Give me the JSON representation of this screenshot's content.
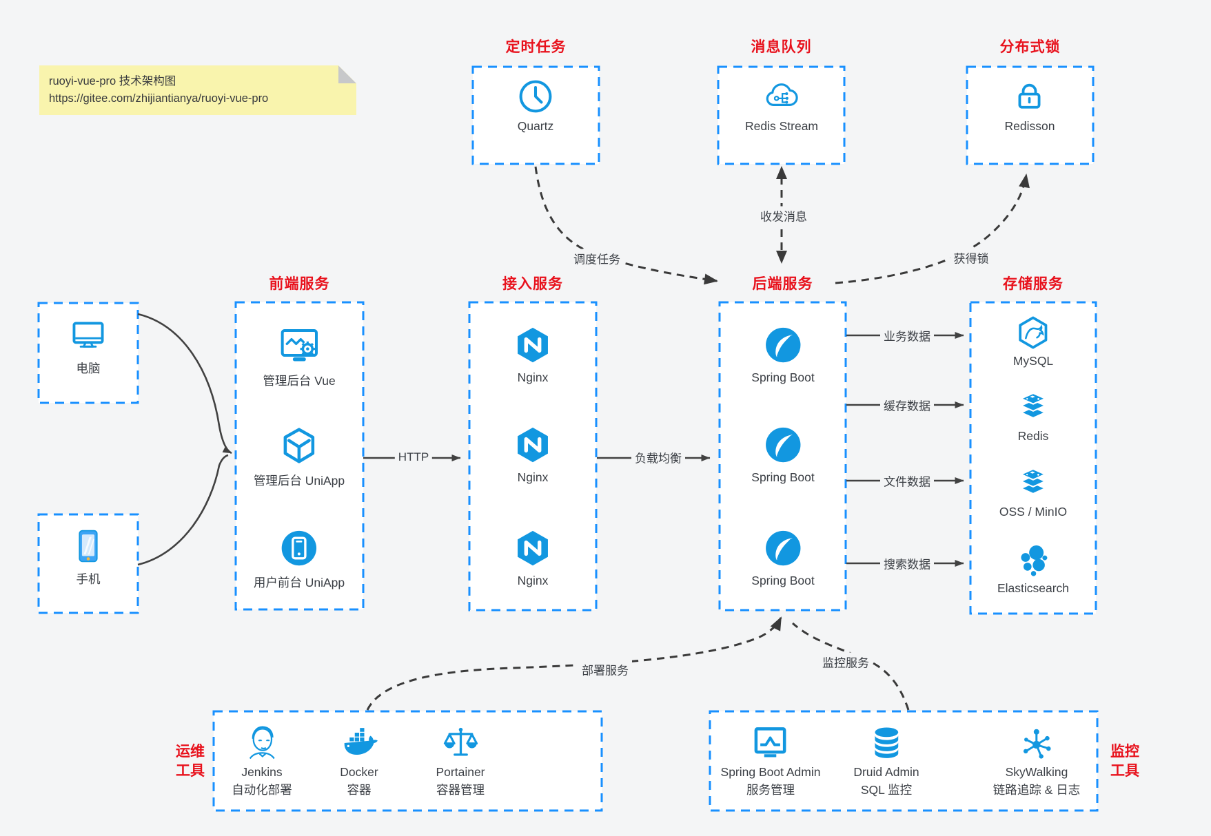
{
  "note": {
    "title": "ruoyi-vue-pro 技术架构图",
    "url": "https://gitee.com/zhijiantianya/ruoyi-vue-pro"
  },
  "colors": {
    "accent_blue": "#1890ff",
    "icon_blue": "#1297e0",
    "title_red": "#e8111c",
    "note_yellow": "#f9f4ad",
    "background": "#f4f5f6",
    "arrow_dark": "#3a3a3a"
  },
  "groups": {
    "scheduled_job": {
      "title": "定时任务",
      "item": {
        "label": "Quartz",
        "icon": "clock-icon"
      }
    },
    "message_queue": {
      "title": "消息队列",
      "item": {
        "label": "Redis Stream",
        "icon": "cloud-mq-icon"
      }
    },
    "distributed_lock": {
      "title": "分布式锁",
      "item": {
        "label": "Redisson",
        "icon": "lock-icon"
      }
    },
    "clients": {
      "computer": "电脑",
      "phone": "手机"
    },
    "frontend": {
      "title": "前端服务",
      "items": [
        "管理后台 Vue",
        "管理后台 UniApp",
        "用户前台 UniApp"
      ]
    },
    "access": {
      "title": "接入服务",
      "items": [
        "Nginx",
        "Nginx",
        "Nginx"
      ]
    },
    "backend": {
      "title": "后端服务",
      "items": [
        "Spring Boot",
        "Spring Boot",
        "Spring Boot"
      ]
    },
    "storage": {
      "title": "存储服务",
      "items": [
        "MySQL",
        "Redis",
        "OSS / MinIO",
        "Elasticsearch"
      ]
    },
    "ops_tools": {
      "title_line1": "运维",
      "title_line2": "工具",
      "items": [
        {
          "name": "Jenkins",
          "desc": "自动化部署"
        },
        {
          "name": "Docker",
          "desc": "容器"
        },
        {
          "name": "Portainer",
          "desc": "容器管理"
        }
      ]
    },
    "monitor_tools": {
      "title_line1": "监控",
      "title_line2": "工具",
      "items": [
        {
          "name": "Spring Boot Admin",
          "desc": "服务管理"
        },
        {
          "name": "Druid Admin",
          "desc": "SQL 监控"
        },
        {
          "name": "SkyWalking",
          "desc": "链路追踪 & 日志"
        }
      ]
    }
  },
  "edges": {
    "http": "HTTP",
    "load_balance": "负载均衡",
    "business_data": "业务数据",
    "cache_data": "缓存数据",
    "file_data": "文件数据",
    "search_data": "搜索数据",
    "schedule_job": "调度任务",
    "send_receive_message": "收发消息",
    "acquire_lock": "获得锁",
    "deploy_service": "部署服务",
    "monitor_service": "监控服务"
  }
}
